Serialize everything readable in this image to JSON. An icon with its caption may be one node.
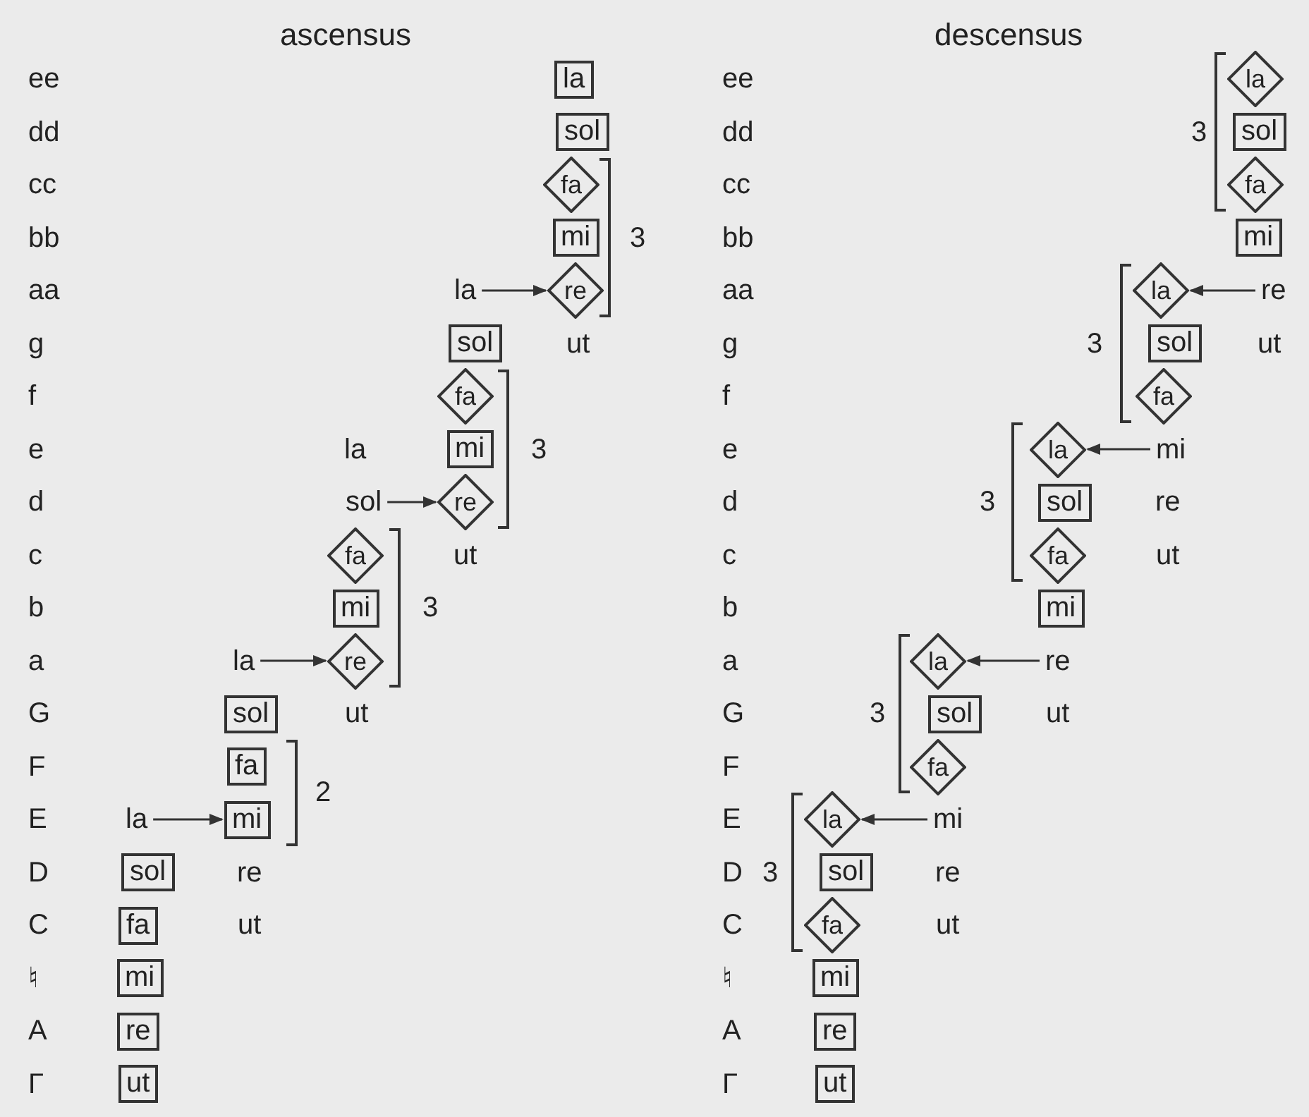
{
  "diagram": {
    "nodes": [
      {
        "text": [
          "la"
        ]
      },
      {
        "text": [
          "sol"
        ]
      },
      {
        "text": [
          "fa"
        ]
      },
      {
        "text": [
          "mi"
        ]
      },
      {
        "text": [
          "la"
        ]
      },
      {
        "text": [
          "re"
        ]
      },
      {
        "text": [
          "sol"
        ]
      },
      {
        "text": [
          "fa"
        ]
      },
      {
        "text": [
          "mi"
        ]
      },
      {
        "text": [
          "sol"
        ]
      },
      {
        "text": [
          "re"
        ]
      },
      {
        "text": [
          "fa"
        ]
      },
      {
        "text": [
          "mi"
        ]
      },
      {
        "text": [
          "la"
        ]
      },
      {
        "text": [
          "re"
        ]
      },
      {
        "text": [
          "sol"
        ]
      },
      {
        "text": [
          "fa"
        ]
      },
      {
        "text": [
          "la"
        ]
      },
      {
        "text": [
          "mi"
        ]
      },
      {
        "text": [
          "sol"
        ]
      },
      {
        "text": [
          "fa"
        ]
      },
      {
        "text": [
          "mi"
        ]
      },
      {
        "text": [
          "re"
        ]
      },
      {
        "text": [
          "ut"
        ]
      },
      {
        "text": [
          "la"
        ]
      },
      {
        "text": [
          "sol"
        ]
      },
      {
        "text": [
          "fa"
        ]
      },
      {
        "text": [
          "mi"
        ]
      },
      {
        "text": [
          "la"
        ]
      },
      {
        "text": [
          "re"
        ]
      },
      {
        "text": [
          "sol"
        ]
      },
      {
        "text": [
          "fa"
        ]
      },
      {
        "text": [
          "la"
        ]
      },
      {
        "text": [
          "mi"
        ]
      },
      {
        "text": [
          "sol"
        ]
      },
      {
        "text": [
          "fa"
        ]
      },
      {
        "text": [
          "mi"
        ]
      },
      {
        "text": [
          "la"
        ]
      },
      {
        "text": [
          "re"
        ]
      },
      {
        "text": [
          "sol"
        ]
      },
      {
        "text": [
          "fa"
        ]
      },
      {
        "text": [
          "la"
        ]
      },
      {
        "text": [
          "mi"
        ]
      },
      {
        "text": [
          "sol"
        ]
      },
      {
        "text": [
          "fa"
        ]
      },
      {
        "text": [
          "mi"
        ]
      },
      {
        "text": [
          "re"
        ]
      },
      {
        "text": [
          "ut"
        ]
      }
    ],
    "edges": [
      {
        "from": 4,
        "to": 5,
        "arrow": "to"
      },
      {
        "from": 9,
        "to": 10,
        "arrow": "to"
      },
      {
        "from": 13,
        "to": 14,
        "arrow": "to"
      },
      {
        "from": 17,
        "to": 18,
        "arrow": "to"
      },
      {
        "from": 29,
        "to": 28,
        "arrow": "to"
      },
      {
        "from": 33,
        "to": 32,
        "arrow": "to"
      },
      {
        "from": 38,
        "to": 37,
        "arrow": "to"
      },
      {
        "from": 42,
        "to": 41,
        "arrow": "to"
      }
    ],
    "labels": [
      "ascensus",
      "ee",
      "dd",
      "cc",
      "bb",
      "3",
      "aa",
      "g",
      "ut",
      "f",
      "e",
      "la",
      "3",
      "d",
      "c",
      "ut",
      "b",
      "3",
      "a",
      "G",
      "ut",
      "F",
      "2",
      "E",
      "D",
      "re",
      "C",
      "ut",
      "♮",
      "A",
      "Γ",
      "descensus",
      "ee",
      "dd",
      "3",
      "cc",
      "bb",
      "aa",
      "g",
      "3",
      "ut",
      "f",
      "e",
      "d",
      "3",
      "re",
      "c",
      "ut",
      "b",
      "a",
      "G",
      "3",
      "ut",
      "F",
      "E",
      "D",
      "3",
      "re",
      "C",
      "ut",
      "♮",
      "A",
      "Γ"
    ]
  }
}
